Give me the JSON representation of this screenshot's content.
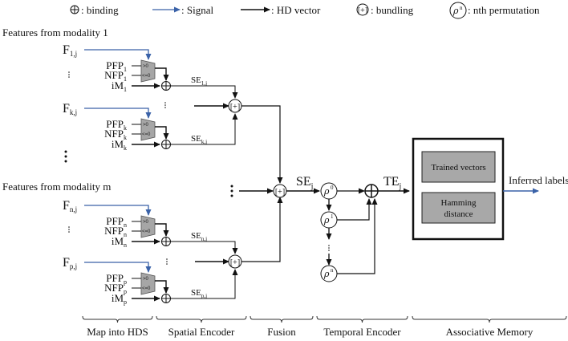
{
  "legend": {
    "binding": ": binding",
    "signal": ": Signal",
    "hd_vector": ": HD vector",
    "bundling": ": bundling",
    "bundling_symbol": "[+]",
    "permutation": ": nth permutation",
    "permutation_symbol": "ρ",
    "permutation_sup": "n"
  },
  "modalities": [
    {
      "label": "Features from modality 1",
      "channels": [
        {
          "F": "F",
          "F_sub": "1,j",
          "PFP": "PFP",
          "PFP_sub": "1",
          "NFP": "NFP",
          "NFP_sub": "1",
          "iM": "iM",
          "iM_sub": "1",
          "SE": "SE",
          "SE_sub": "1,j"
        },
        {
          "F": "F",
          "F_sub": "k,j",
          "PFP": "PFP",
          "PFP_sub": "k",
          "NFP": "NFP",
          "NFP_sub": "k",
          "iM": "iM",
          "iM_sub": "k",
          "SE": "SE",
          "SE_sub": "k,j"
        }
      ]
    },
    {
      "label": "Features from modality m",
      "channels": [
        {
          "F": "F",
          "F_sub": "n,j",
          "PFP": "PFP",
          "PFP_sub": "n",
          "NFP": "NFP",
          "NFP_sub": "n",
          "iM": "iM",
          "iM_sub": "n",
          "SE": "SE",
          "SE_sub": "n,j"
        },
        {
          "F": "F",
          "F_sub": "p,j",
          "PFP": "PFP",
          "PFP_sub": "p",
          "NFP": "NFP",
          "NFP_sub": "p",
          "iM": "iM",
          "iM_sub": "p",
          "SE": "SE",
          "SE_sub": "p,j"
        }
      ]
    }
  ],
  "mux": {
    "top": ">0",
    "bottom": "<=0"
  },
  "bundle_symbol": "[+]",
  "fusion": {
    "output": "SE",
    "output_sub": "j"
  },
  "temporal": {
    "rho": "ρ",
    "perms": [
      "0",
      "1",
      "n"
    ],
    "output": "TE",
    "output_sub": "j"
  },
  "memory": {
    "block1": "Trained vectors",
    "block2_line1": "Hamming",
    "block2_line2": "distance",
    "output": "Inferred labels"
  },
  "stages": [
    "Map into HDS",
    "Spatial Encoder",
    "Fusion",
    "Temporal Encoder",
    "Associative Memory"
  ],
  "colors": {
    "signal": "#3a62a8",
    "hd": "#111111",
    "mux_fill": "#a6a6a6",
    "memory_fill": "#a8a8a8"
  }
}
